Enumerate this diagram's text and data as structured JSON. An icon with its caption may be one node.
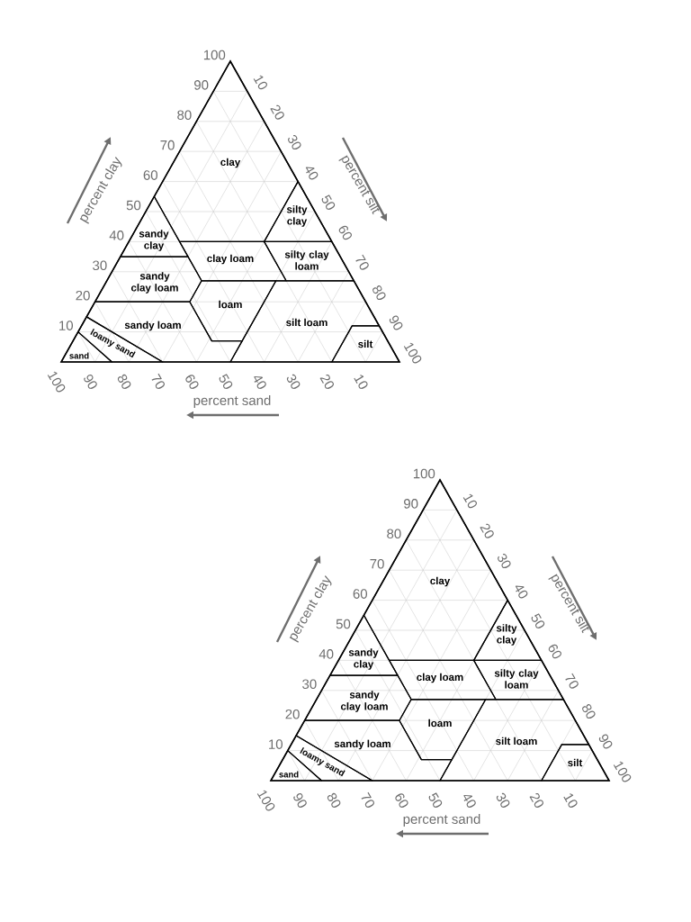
{
  "diagram": {
    "nodes": [
      {
        "text": [
          "clay"
        ]
      },
      {
        "text": [
          "sandy clay"
        ]
      },
      {
        "text": [
          "silty clay"
        ]
      },
      {
        "text": [
          "clay loam"
        ]
      },
      {
        "text": [
          "silty clay loam"
        ]
      },
      {
        "text": [
          "sandy clay loam"
        ]
      },
      {
        "text": [
          "loam"
        ]
      },
      {
        "text": [
          "sandy loam"
        ]
      },
      {
        "text": [
          "silt loam"
        ]
      },
      {
        "text": [
          "silt"
        ]
      },
      {
        "text": [
          "loamy sand"
        ]
      },
      {
        "text": [
          "sand"
        ]
      },
      {
        "text": [
          "clay"
        ]
      },
      {
        "text": [
          "sandy clay"
        ]
      },
      {
        "text": [
          "silty clay"
        ]
      },
      {
        "text": [
          "clay loam"
        ]
      },
      {
        "text": [
          "silty clay loam"
        ]
      },
      {
        "text": [
          "sandy clay loam"
        ]
      },
      {
        "text": [
          "loam"
        ]
      },
      {
        "text": [
          "sandy loam"
        ]
      },
      {
        "text": [
          "silt loam"
        ]
      },
      {
        "text": [
          "silt"
        ]
      },
      {
        "text": [
          "loamy sand"
        ]
      },
      {
        "text": [
          "sand"
        ]
      }
    ],
    "labels": [
      "100",
      "90",
      "80",
      "70",
      "60",
      "50",
      "40",
      "30",
      "20",
      "10",
      "10",
      "20",
      "30",
      "40",
      "50",
      "60",
      "70",
      "80",
      "90",
      "100",
      "100",
      "90",
      "80",
      "70",
      "60",
      "50",
      "40",
      "30",
      "20",
      "10",
      "percent clay",
      "percent silt",
      "percent sand",
      "100",
      "90",
      "80",
      "70",
      "60",
      "50",
      "40",
      "30",
      "20",
      "10",
      "10",
      "20",
      "30",
      "40",
      "50",
      "60",
      "70",
      "80",
      "90",
      "100",
      "100",
      "90",
      "80",
      "70",
      "60",
      "50",
      "40",
      "30",
      "20",
      "10",
      "percent clay",
      "percent silt",
      "percent sand"
    ]
  }
}
